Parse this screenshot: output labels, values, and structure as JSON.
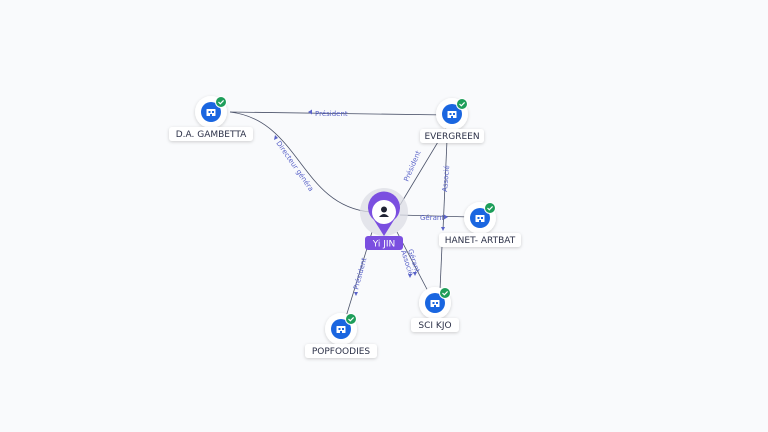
{
  "graph": {
    "center": {
      "name": "Yi JIN",
      "icon": "person-icon",
      "color": "#7b4fe0"
    },
    "companies": [
      {
        "id": "gambetta",
        "name": "D.A. GAMBETTA",
        "icon": "building-icon",
        "verified": true
      },
      {
        "id": "evergreen",
        "name": "EVERGREEN",
        "icon": "building-icon",
        "verified": true
      },
      {
        "id": "hanet",
        "name": "HANET- ARTBAT",
        "icon": "building-icon",
        "verified": true
      },
      {
        "id": "scikjo",
        "name": "SCI KJO",
        "icon": "building-icon",
        "verified": true
      },
      {
        "id": "popfoodies",
        "name": "POPFOODIES",
        "icon": "building-icon",
        "verified": true
      }
    ],
    "edges": [
      {
        "id": "e1",
        "label": "Président"
      },
      {
        "id": "e2",
        "label": "Directeur généra"
      },
      {
        "id": "e3",
        "label": "Président"
      },
      {
        "id": "e4",
        "label": "Gérant"
      },
      {
        "id": "e5",
        "label": "Gérant"
      },
      {
        "id": "e6",
        "label": "Associé"
      },
      {
        "id": "e7",
        "label": "Président"
      },
      {
        "id": "e8",
        "label": "Associé"
      }
    ],
    "colors": {
      "company": "#1a66e0",
      "verified": "#1e9e5a",
      "edge": "#4a5168",
      "edge_label": "#5a63c8"
    }
  }
}
